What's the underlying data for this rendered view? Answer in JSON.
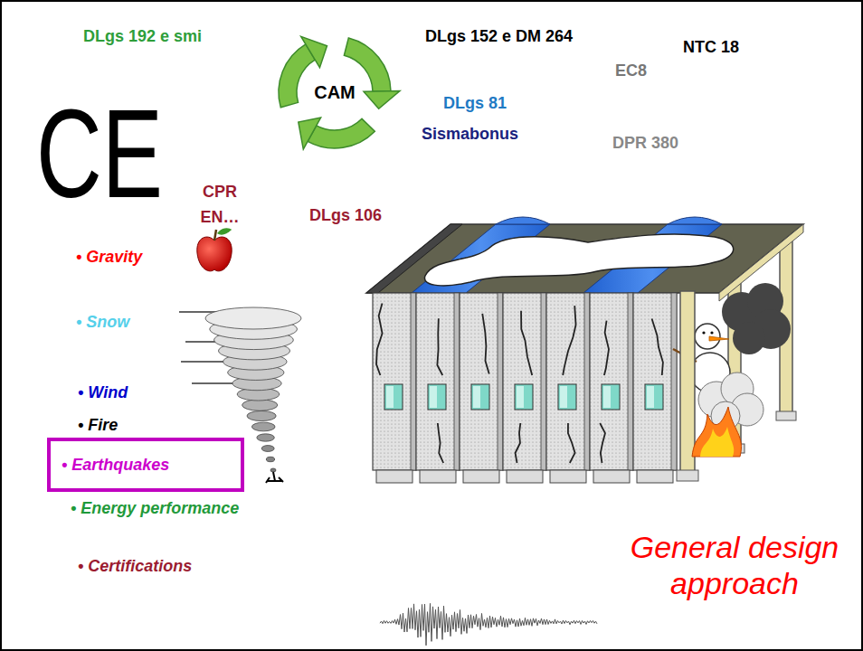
{
  "diagram": {
    "title": "General design approach",
    "nodes": [
      {
        "text": [
          "CAM"
        ]
      },
      {
        "text": [
          "• Earthquakes"
        ]
      }
    ],
    "labels": [
      "DLgs 192 e smi",
      "DLgs 152 e DM 264",
      "NTC 18",
      "EC8",
      "DLgs 81",
      "Sismabonus",
      "DPR 380",
      "CE",
      "CPR EN…",
      "DLgs 106",
      "• Gravity",
      "• Snow",
      "• Wind",
      "• Fire",
      "• Energy performance",
      "• Certifications"
    ]
  }
}
